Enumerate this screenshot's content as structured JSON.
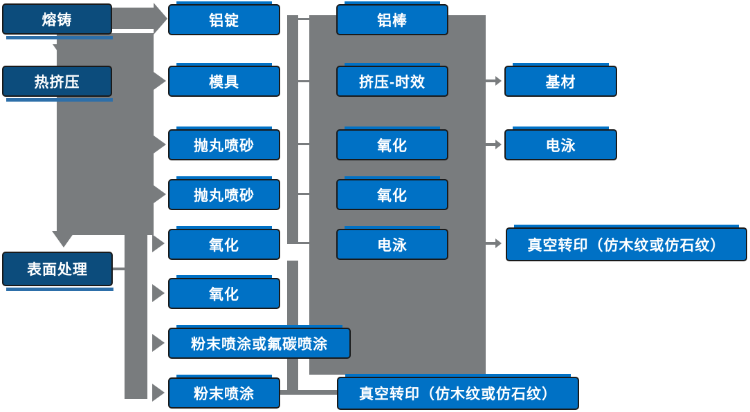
{
  "diagram": {
    "type": "process-flowchart",
    "language": "zh",
    "colors": {
      "process_box": "#0071c5",
      "stage_box": "#0c4c7c",
      "stage_box_edge": "#2d6fa9",
      "connector_gray": "#797c7e",
      "box_border": "#1a1a1a",
      "text": "#ffffff"
    },
    "columns": [
      {
        "name": "stage",
        "items": [
          "熔铸",
          "热挤压",
          "表面处理"
        ]
      },
      {
        "name": "process-column-1",
        "items": [
          "铝锭",
          "模具",
          "抛丸喷砂",
          "抛丸喷砂",
          "氧化",
          "氧化",
          "粉末喷涂或氟碳喷涂",
          "粉末喷涂"
        ]
      },
      {
        "name": "process-column-2",
        "items": [
          "铝棒",
          "挤压-时效",
          "氧化",
          "氧化",
          "电泳",
          "真空转印（仿木纹或仿石纹）"
        ]
      },
      {
        "name": "output-column",
        "items": [
          "基材",
          "电泳",
          "真空转印（仿木纹或仿石纹）"
        ]
      }
    ]
  }
}
